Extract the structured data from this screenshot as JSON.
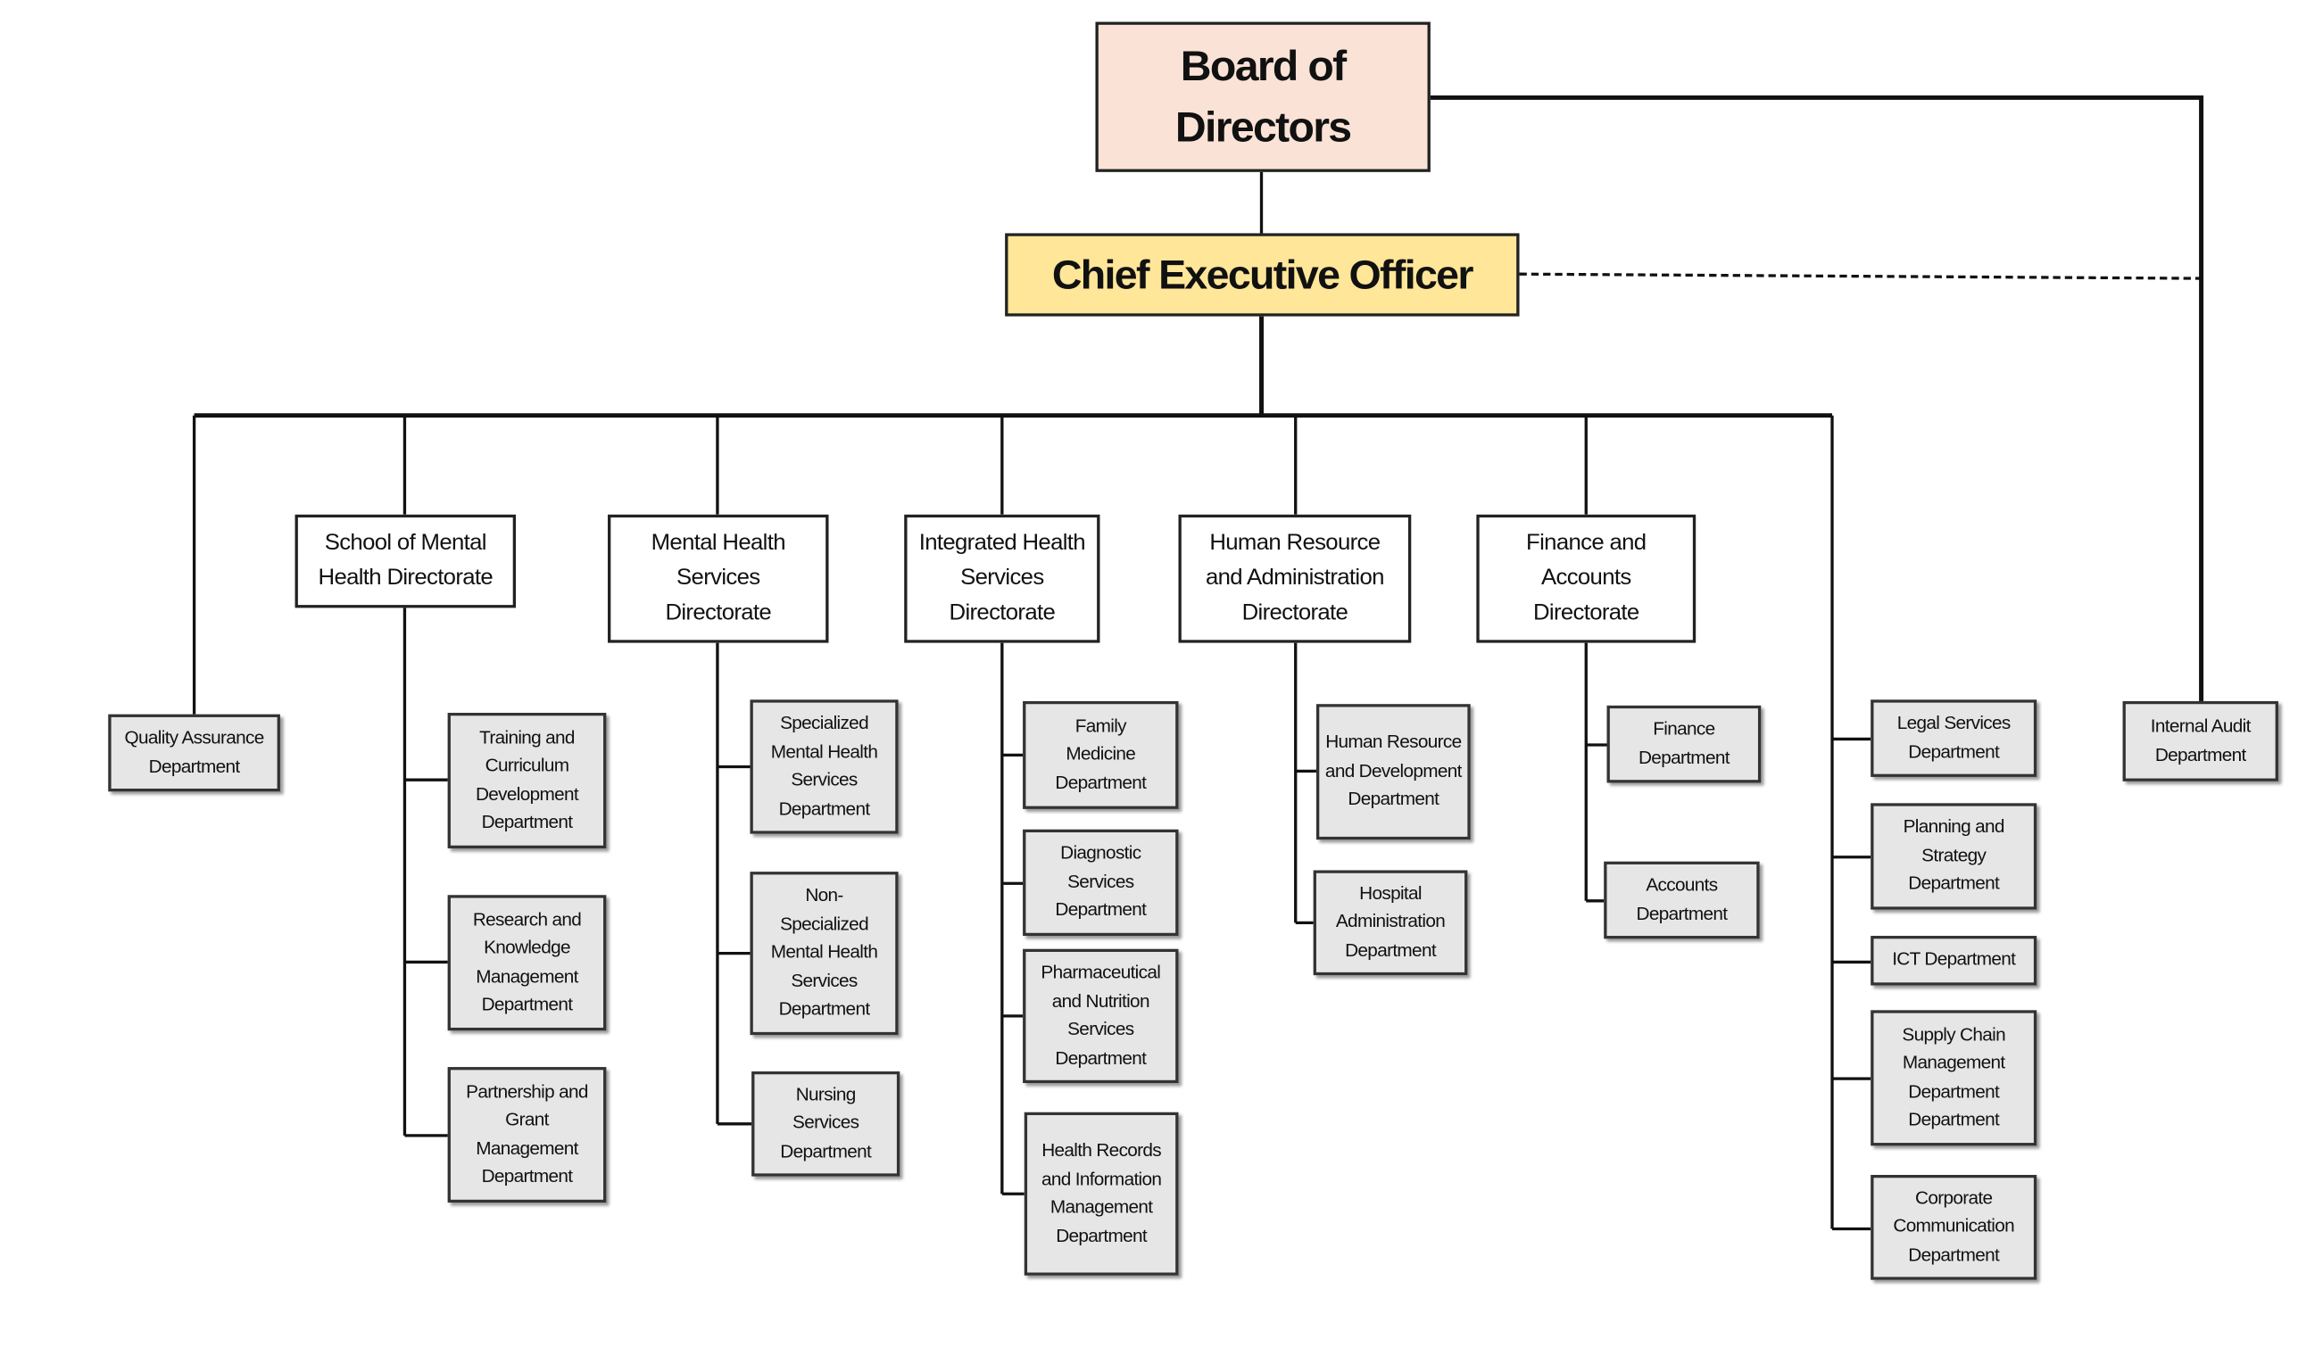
{
  "board": "Board of Directors",
  "ceo": "Chief Executive Officer",
  "quality_assurance": "Quality Assurance Department",
  "internal_audit": "Internal Audit Department",
  "directorates": [
    {
      "name": "School of Mental Health Directorate",
      "departments": [
        "Training and Curriculum Development Department",
        "Research and Knowledge Management Department",
        "Partnership and Grant Management Department"
      ]
    },
    {
      "name": "Mental Health Services Directorate",
      "departments": [
        "Specialized Mental Health Services Department",
        "Non-Specialized Mental Health Services Department",
        "Nursing Services Department"
      ]
    },
    {
      "name": "Integrated Health Services Directorate",
      "departments": [
        "Family Medicine Department",
        "Diagnostic Services Department",
        "Pharmaceutical and Nutrition Services Department",
        "Health Records and Information Management Department"
      ]
    },
    {
      "name": "Human Resource and Administration Directorate",
      "departments": [
        "Human Resource and Development Department",
        "Hospital Administration Department"
      ]
    },
    {
      "name": "Finance and Accounts Directorate",
      "departments": [
        "Finance Department",
        "Accounts Department"
      ]
    }
  ],
  "ceo_units": [
    "Legal Services Department",
    "Planning and Strategy Department",
    "ICT Department",
    "Supply Chain Management Department Department",
    "Corporate Communication Department"
  ],
  "colors": {
    "board_fill": "#fae3d6",
    "ceo_fill": "#ffe699",
    "department_fill": "#e7e6e6"
  }
}
